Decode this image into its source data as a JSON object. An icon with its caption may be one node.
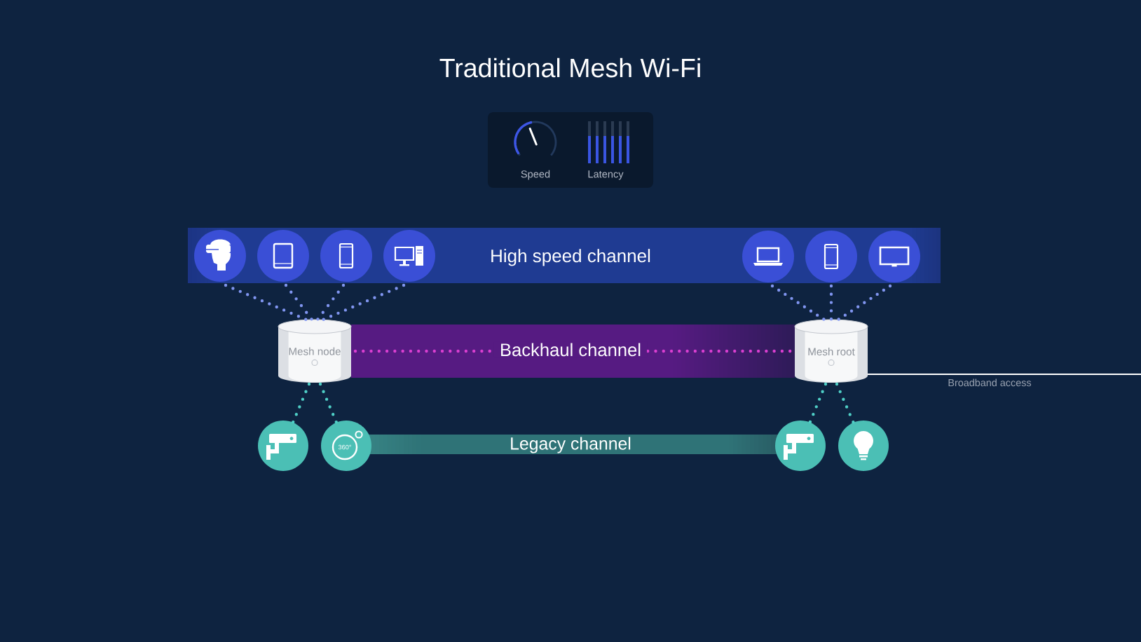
{
  "diagram": {
    "title": "Traditional Mesh Wi-Fi",
    "nodes": [
      {
        "text": [
          "Speed",
          "Latency"
        ]
      },
      {
        "text": [
          "High speed channel"
        ]
      },
      {
        "text": [],
        "shape": "circle",
        "in": 1
      },
      {
        "text": [],
        "shape": "circle",
        "in": 1
      },
      {
        "text": [],
        "shape": "circle",
        "in": 1
      },
      {
        "text": [],
        "shape": "circle",
        "in": 1
      },
      {
        "text": [],
        "shape": "circle",
        "in": 1
      },
      {
        "text": [],
        "shape": "circle",
        "in": 1
      },
      {
        "text": [],
        "shape": "circle",
        "in": 1
      },
      {
        "text": [
          "Mesh node"
        ]
      },
      {
        "text": [
          "Mesh root"
        ]
      },
      {
        "text": [],
        "shape": "circle"
      },
      {
        "text": [
          "360°"
        ]
      },
      {
        "text": [
          "Legacy channel"
        ]
      },
      {
        "text": [],
        "shape": "circle"
      },
      {
        "text": [],
        "shape": "circle"
      }
    ],
    "edges": [
      {
        "from": 2,
        "to": 9,
        "arrow": "none",
        "style": "dashed"
      },
      {
        "from": 3,
        "to": 9,
        "arrow": "none",
        "style": "dashed"
      },
      {
        "from": 4,
        "to": 9,
        "arrow": "none",
        "style": "dashed"
      },
      {
        "from": 5,
        "to": 9,
        "arrow": "none",
        "style": "dashed"
      },
      {
        "from": 6,
        "to": 10,
        "arrow": "none",
        "style": "dashed"
      },
      {
        "from": 7,
        "to": 10,
        "arrow": "none",
        "style": "dashed"
      },
      {
        "from": 8,
        "to": 10,
        "arrow": "none",
        "style": "dashed"
      },
      {
        "from": 9,
        "to": 10,
        "arrow": "none",
        "style": "dashed",
        "color": "#d93fd0",
        "label": "Backhaul channel"
      },
      {
        "from": 9,
        "to": 11,
        "arrow": "none",
        "style": "dashed",
        "color": "#4fcfc6"
      },
      {
        "from": 9,
        "to": 12,
        "arrow": "none",
        "style": "dashed",
        "color": "#4fcfc6"
      },
      {
        "from": 10,
        "to": 14,
        "arrow": "none",
        "style": "dashed",
        "color": "#4fcfc6"
      },
      {
        "from": 10,
        "to": 15,
        "arrow": "none",
        "style": "dashed",
        "color": "#4fcfc6"
      },
      {
        "from": 10,
        "to": null,
        "arrow": "none",
        "label": "Broadband access",
        "color": "#ffffff"
      }
    ]
  }
}
